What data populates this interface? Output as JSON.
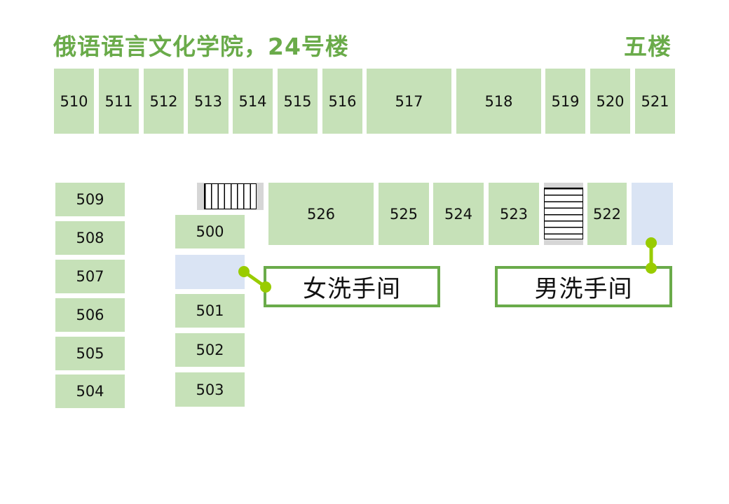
{
  "header": {
    "building_title": "俄语语言文化学院，24号楼",
    "floor_label": "五楼"
  },
  "rooms": {
    "r510": "510",
    "r511": "511",
    "r512": "512",
    "r513": "513",
    "r514": "514",
    "r515": "515",
    "r516": "516",
    "r517": "517",
    "r518": "518",
    "r519": "519",
    "r520": "520",
    "r521": "521",
    "r509": "509",
    "r508": "508",
    "r507": "507",
    "r506": "506",
    "r505": "505",
    "r504": "504",
    "r500": "500",
    "r501": "501",
    "r502": "502",
    "r503": "503",
    "r526": "526",
    "r525": "525",
    "r524": "524",
    "r523": "523",
    "r522": "522"
  },
  "restrooms": {
    "women": "女洗手间",
    "men": "男洗手间"
  },
  "colors": {
    "room_fill": "#c6e1b8",
    "accent_green": "#6aab4a",
    "connector_green": "#99cc00",
    "restroom_fill": "#dae4f4",
    "stair_gray": "#d6d6d6"
  },
  "icons": {
    "stairs": "stairs-icon"
  }
}
